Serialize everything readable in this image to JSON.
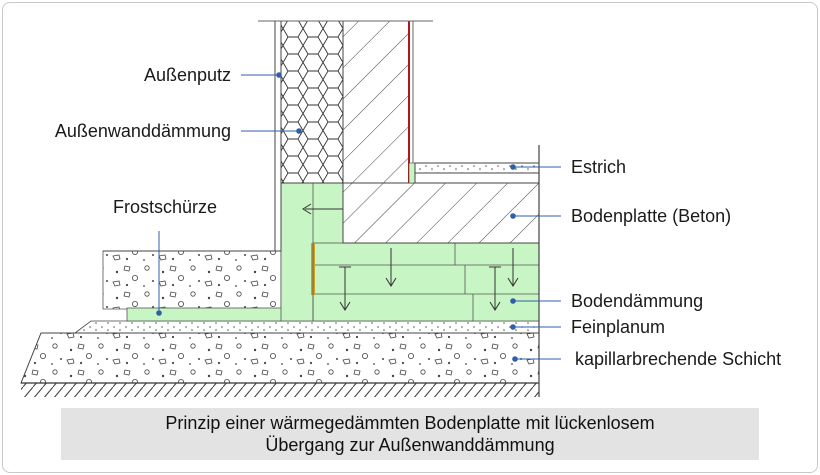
{
  "labels": {
    "aussenputz": "Außenputz",
    "aussenwanddaemmung": "Außenwanddämmung",
    "frostschuerze": "Frostschürze",
    "estrich": "Estrich",
    "bodenplatte": "Bodenplatte (Beton)",
    "bodendaemmung": "Bodendämmung",
    "feinplanum": "Feinplanum",
    "kapillar": "kapillarbrechende Schicht"
  },
  "caption": {
    "line1": "Prinzip einer wärmegedämmten Bodenplatte mit lückenlosem",
    "line2": "Übergang zur Außenwanddämmung"
  },
  "colors": {
    "insulation_green": "#c8f5c4",
    "leader_blue": "#2f5fa8",
    "caption_bg": "#e3e3e3"
  }
}
